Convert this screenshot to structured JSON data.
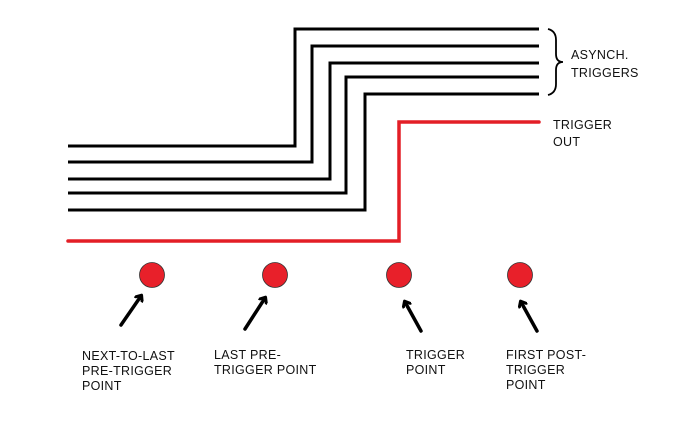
{
  "diagram": {
    "type": "trigger-timing",
    "colors": {
      "async_line": "#000000",
      "trigger_out_line": "#e31e26",
      "point_fill": "#e8202a",
      "arrow": "#000000",
      "text": "#111111"
    },
    "async_triggers": {
      "count": 5,
      "label_lines": [
        "ASYNCH.",
        "TRIGGERS"
      ]
    },
    "trigger_out": {
      "label_lines": [
        "TRIGGER",
        "OUT"
      ]
    },
    "points": [
      {
        "id": "next-to-last-pre-trigger",
        "label_lines": [
          "NEXT-TO-LAST",
          "PRE-TRIGGER",
          "POINT"
        ]
      },
      {
        "id": "last-pre-trigger",
        "label_lines": [
          "LAST PRE-",
          "TRIGGER POINT"
        ]
      },
      {
        "id": "trigger",
        "label_lines": [
          "TRIGGER",
          "POINT"
        ]
      },
      {
        "id": "first-post-trigger",
        "label_lines": [
          "FIRST POST-",
          "TRIGGER",
          "POINT"
        ]
      }
    ]
  }
}
